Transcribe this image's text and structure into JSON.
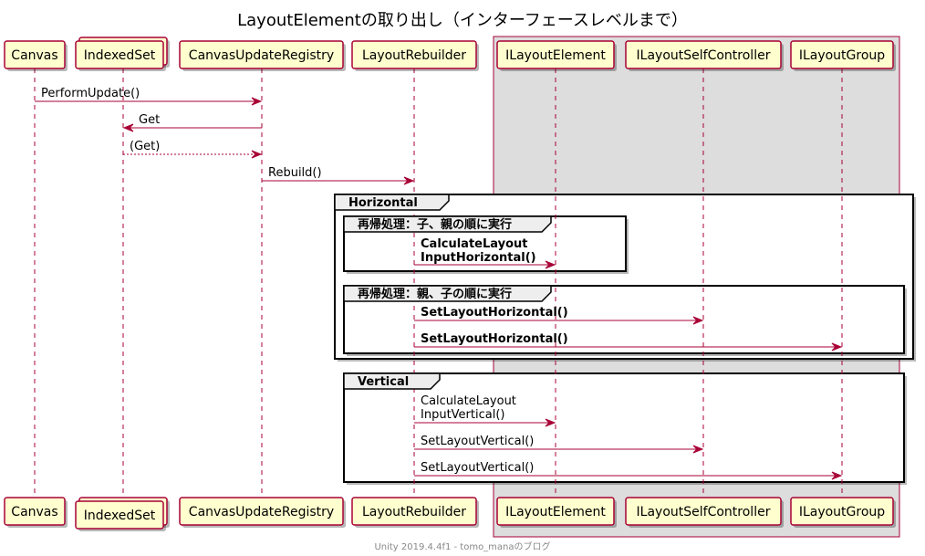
{
  "title": "LayoutElementの取り出し（インターフェースレベルまで）",
  "participants": [
    {
      "name": "Canvas"
    },
    {
      "name": "IndexedSet",
      "collection": true
    },
    {
      "name": "CanvasUpdateRegistry"
    },
    {
      "name": "LayoutRebuilder"
    },
    {
      "name": "ILayoutElement"
    },
    {
      "name": "ILayoutSelfController"
    },
    {
      "name": "ILayoutGroup"
    }
  ],
  "box": {
    "members": [
      "ILayoutElement",
      "ILayoutSelfController",
      "ILayoutGroup"
    ]
  },
  "messages": [
    {
      "from": "Canvas",
      "to": "CanvasUpdateRegistry",
      "label_lines": [
        "PerformUpdate()"
      ]
    },
    {
      "from": "CanvasUpdateRegistry",
      "to": "IndexedSet",
      "label_lines": [
        "Get"
      ]
    },
    {
      "from": "IndexedSet",
      "to": "CanvasUpdateRegistry",
      "label_lines": [
        "(Get)"
      ],
      "return": true
    },
    {
      "from": "CanvasUpdateRegistry",
      "to": "LayoutRebuilder",
      "label_lines": [
        "Rebuild()"
      ]
    }
  ],
  "groups": [
    {
      "label": "Horizontal",
      "subgroups": [
        {
          "label": "再帰処理：子、親の順に実行",
          "messages": [
            {
              "from": "LayoutRebuilder",
              "to": "ILayoutElement",
              "label_lines": [
                "CalculateLayout",
                "InputHorizontal()"
              ]
            }
          ]
        },
        {
          "label": "再帰処理：親、子の順に実行",
          "messages": [
            {
              "from": "LayoutRebuilder",
              "to": "ILayoutSelfController",
              "label_lines": [
                "SetLayoutHorizontal()"
              ]
            },
            {
              "from": "LayoutRebuilder",
              "to": "ILayoutGroup",
              "label_lines": [
                "SetLayoutHorizontal()"
              ]
            }
          ]
        }
      ]
    },
    {
      "label": "Vertical",
      "messages": [
        {
          "from": "LayoutRebuilder",
          "to": "ILayoutElement",
          "label_lines": [
            "CalculateLayout",
            "InputVertical()"
          ]
        },
        {
          "from": "LayoutRebuilder",
          "to": "ILayoutSelfController",
          "label_lines": [
            "SetLayoutVertical()"
          ]
        },
        {
          "from": "LayoutRebuilder",
          "to": "ILayoutGroup",
          "label_lines": [
            "SetLayoutVertical()"
          ]
        }
      ]
    }
  ],
  "footer": "Unity 2019.4.4f1 - tomo_manaのブログ",
  "colors": {
    "participant_fill": "#FEFECE",
    "line": "#A80036",
    "box_fill": "#DDDDDD",
    "group_header": "#EEEEEE",
    "footer_text": "#888888"
  }
}
